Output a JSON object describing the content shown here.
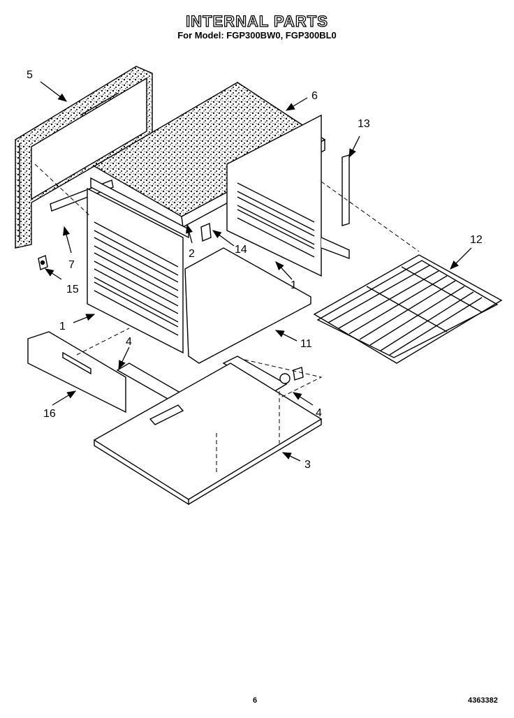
{
  "header": {
    "title": "INTERNAL PARTS",
    "subtitle": "For Model: FGP300BW0, FGP300BL0"
  },
  "footer": {
    "page_number": "6",
    "doc_code": "4363382"
  },
  "callouts": {
    "c5": "5",
    "c6": "6",
    "c13": "13",
    "c12": "12",
    "c7": "7",
    "c2": "2",
    "c14": "14",
    "c1a": "1",
    "c15": "15",
    "c1b": "1",
    "c4a": "4",
    "c11": "11",
    "c16": "16",
    "c4b": "4",
    "c3": "3"
  }
}
